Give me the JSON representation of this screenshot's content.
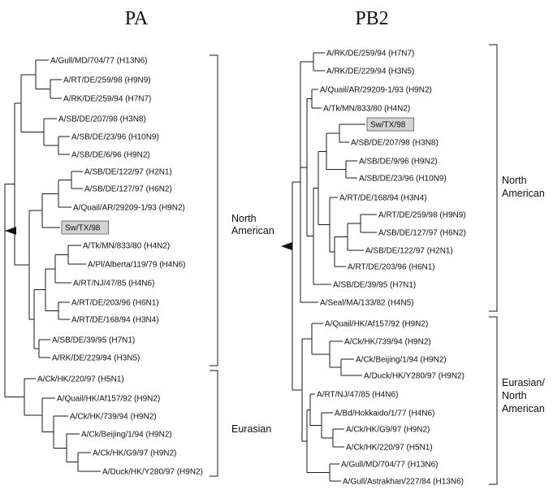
{
  "panels": [
    {
      "title": "PA",
      "leaves": [
        {
          "id": "pa1",
          "label": "A/Gull/MD/704/77 (H13N6)"
        },
        {
          "id": "pa2",
          "label": "A/RT/DE/259/98 (H9N9)"
        },
        {
          "id": "pa3",
          "label": "A/RK/DE/259/94 (H7N7)"
        },
        {
          "id": "pa4",
          "label": "A/SB/DE/207/98 (H3N8)"
        },
        {
          "id": "pa5",
          "label": "A/SB/DE/23/96 (H10N9)"
        },
        {
          "id": "pa6",
          "label": "A/SB/DE/6/96 (H9N2)"
        },
        {
          "id": "pa7",
          "label": "A/SB/DE/122/97 (H2N1)"
        },
        {
          "id": "pa8",
          "label": "A/SB/DE/127/97 (H6N2)"
        },
        {
          "id": "pa9",
          "label": "A/Quail/AR/29209-1/93 (H9N2)"
        },
        {
          "id": "pa10",
          "label": "Sw/TX/98",
          "highlight": true
        },
        {
          "id": "pa11",
          "label": "A/Tk/MN/833/80 (H4N2)"
        },
        {
          "id": "pa12",
          "label": "A/Pl/Alberta/119/79 (H4N6)"
        },
        {
          "id": "pa13",
          "label": "A/RT/NJ/47/85 (H4N6)"
        },
        {
          "id": "pa14",
          "label": "A/RT/DE/203/96 (H6N1)"
        },
        {
          "id": "pa15",
          "label": "A/RT/DE/168/94 (H3N4)"
        },
        {
          "id": "pa16",
          "label": "A/SB/DE/39/95 (H7N1)"
        },
        {
          "id": "pa17",
          "label": "A/RK/DE/229/94 (H3N5)"
        },
        {
          "id": "pa18",
          "label": "A/Ck/HK/220/97 (H5N1)"
        },
        {
          "id": "pa19",
          "label": "A/Quail/HK/Af157/92 (H9N2)"
        },
        {
          "id": "pa20",
          "label": "A/Ck/HK/739/94 (H9N2)"
        },
        {
          "id": "pa21",
          "label": "A/Ck/Beijing/1/94 (H9N2)"
        },
        {
          "id": "pa22",
          "label": "A/Ck/HK/G9/97 (H9N2)"
        },
        {
          "id": "pa23",
          "label": "A/Duck/HK/Y280/97 (H9N2)"
        }
      ],
      "clades": [
        {
          "lines": [
            "North",
            "American"
          ]
        },
        {
          "lines": [
            "Eurasian"
          ]
        }
      ]
    },
    {
      "title": "PB2",
      "leaves": [
        {
          "id": "pb1",
          "label": "A/RK/DE/259/94 (H7N7)"
        },
        {
          "id": "pb2",
          "label": "A/RK/DE/229/94 (H3N5)"
        },
        {
          "id": "pb3",
          "label": "A/Quail/AR/29209-1/93 (H9N2)"
        },
        {
          "id": "pb4",
          "label": "A/Tk/MN/833/80 (H4N2)"
        },
        {
          "id": "pb5",
          "label": "Sw/TX/98",
          "highlight": true
        },
        {
          "id": "pb6",
          "label": "A/SB/DE/207/98 (H3N8)"
        },
        {
          "id": "pb7",
          "label": "A/SB/DE/9/96 (H9N2)"
        },
        {
          "id": "pb8",
          "label": "A/SB/DE/23/96 (H10N9)"
        },
        {
          "id": "pb9",
          "label": "A/RT/DE/168/94 (H3N4)"
        },
        {
          "id": "pb10",
          "label": "A/RT/DE/259/98 (H9N9)"
        },
        {
          "id": "pb11",
          "label": "A/SB/DE/127/97 (H6N2)"
        },
        {
          "id": "pb12",
          "label": "A/SB/DE/122/97 (H2N1)"
        },
        {
          "id": "pb13",
          "label": "A/RT/DE/203/96 (H6N1)"
        },
        {
          "id": "pb14",
          "label": "A/SB/DE/39/95 (H7N1)"
        },
        {
          "id": "pb15",
          "label": "A/Seal/MA/133/82 (H4N5)"
        },
        {
          "id": "pb16",
          "label": "A/Quail/HK/Af157/92 (H9N2)"
        },
        {
          "id": "pb17",
          "label": "A/Ck/HK/739/94 (H9N2)"
        },
        {
          "id": "pb18",
          "label": "A/Ck/Beijing/1/94 (H9N2)"
        },
        {
          "id": "pb19",
          "label": "A/Duck/HK/Y280/97 (H9N2)"
        },
        {
          "id": "pb20",
          "label": "A/RT/NJ/47/85 (H4N6)"
        },
        {
          "id": "pb21",
          "label": "A/Bd/Hokkaido/1/77 (H4N6)"
        },
        {
          "id": "pb22",
          "label": "A/Ck/HK/G9/97 (H9N2)"
        },
        {
          "id": "pb23",
          "label": "A/Ck/HK/220/97 (H5N1)"
        },
        {
          "id": "pb24",
          "label": "A/Gull/MD/704/77 (H13N6)"
        },
        {
          "id": "pb25",
          "label": "A/Gull/Astrakhan/227/84 (H13N6)"
        }
      ],
      "clades": [
        {
          "lines": [
            "North",
            "American"
          ]
        },
        {
          "lines": [
            "Eurasian/",
            "North",
            "American"
          ]
        }
      ]
    }
  ]
}
